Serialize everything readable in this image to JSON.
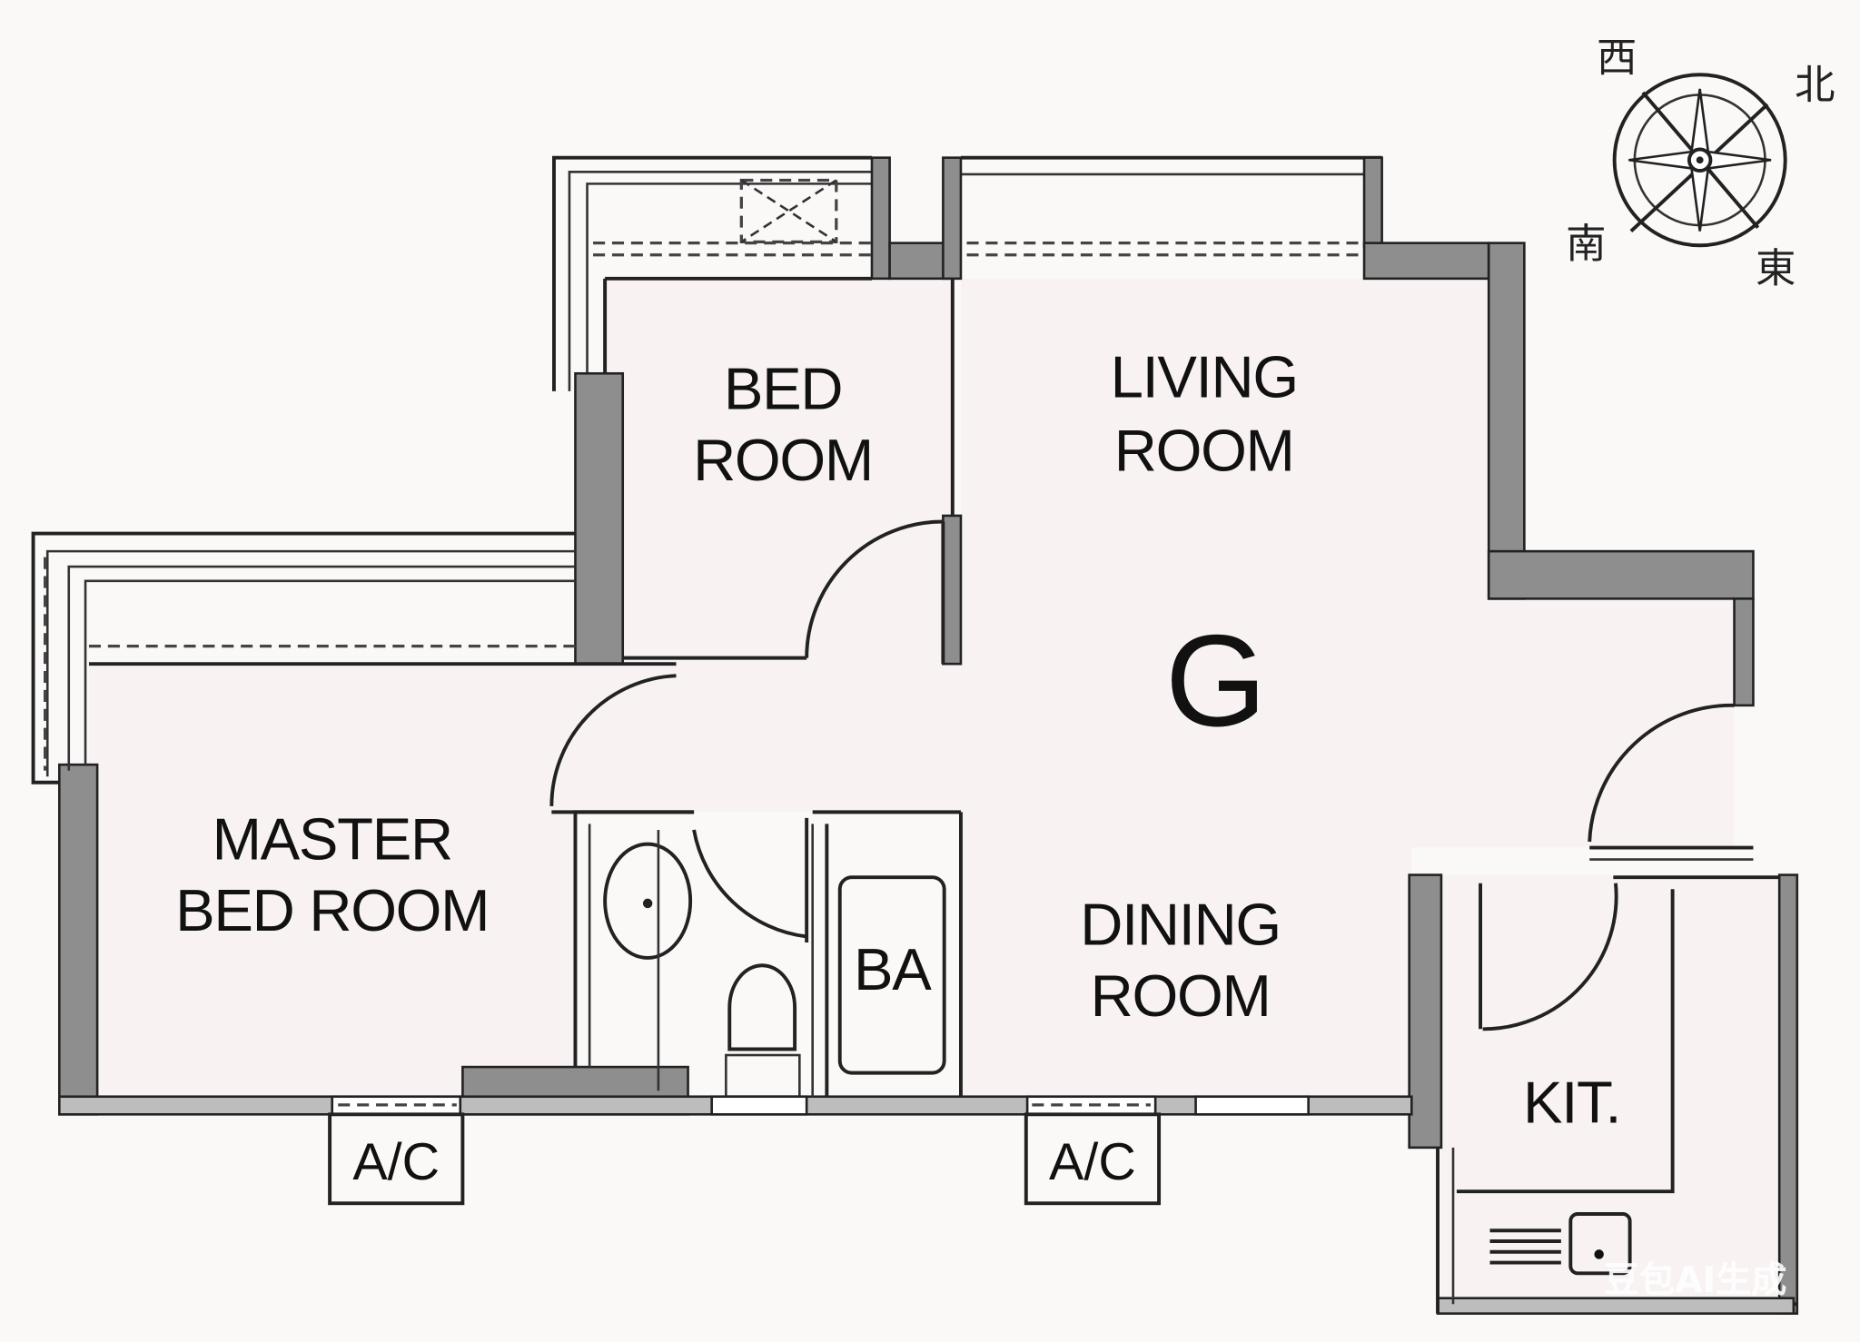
{
  "floor_plan": {
    "unit_label": "G",
    "rooms": {
      "bedroom": [
        "BED",
        "ROOM"
      ],
      "living": [
        "LIVING",
        "ROOM"
      ],
      "master": [
        "MASTER",
        "BED ROOM"
      ],
      "bathroom": "BA",
      "dining": [
        "DINING",
        "ROOM"
      ],
      "kitchen": "KIT."
    },
    "ac_units": [
      "A/C",
      "A/C"
    ]
  },
  "compass": {
    "west": "西",
    "north": "北",
    "south": "南",
    "east": "東"
  },
  "watermark": "豆包AI生成",
  "colors": {
    "wall": "#8e8e8e",
    "floor": "#f8f3f2",
    "line": "#222222"
  }
}
